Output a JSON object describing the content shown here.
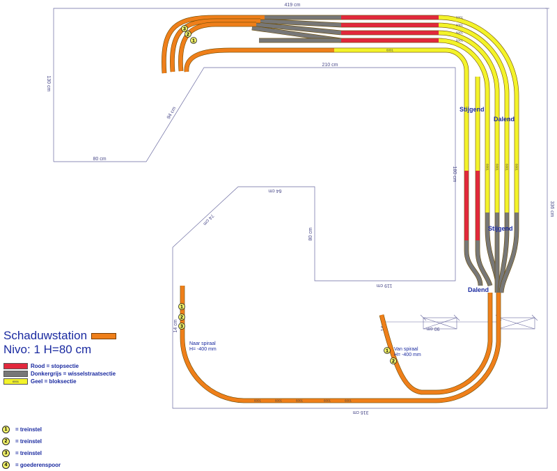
{
  "title": {
    "line1": "Schaduwstation",
    "line2": "Nivo: 1    H=80 cm"
  },
  "legend": [
    {
      "label": "Rood = stopsectie",
      "color": "#e2283c"
    },
    {
      "label": "Donkergrijs = wisselstraatsectie",
      "color": "#777777"
    },
    {
      "label": "Geel = bloksectie",
      "color": "#f3f32a",
      "sample": "6001"
    }
  ],
  "markers": [
    {
      "num": "1",
      "label": "= treinstel"
    },
    {
      "num": "2",
      "label": "= treinstel"
    },
    {
      "num": "3",
      "label": "= treinstel"
    },
    {
      "num": "4",
      "label": "= goederenspoor"
    }
  ],
  "track_colors": {
    "orange": "#ef7f1a",
    "red": "#e2283c",
    "grey": "#777777",
    "yellow": "#f3f32a",
    "edge": "#6a4a00"
  },
  "dimensions": {
    "top": "419 cm",
    "left": "130 cm",
    "diag_top": "94 cm",
    "bottom_left": "80 cm",
    "inner_top": "210 cm",
    "inner_right": "180 cm",
    "right": "336 cm",
    "inner_u_top": "64 cm",
    "diag_u": "74 cm",
    "inner_u_side": "80 cm",
    "inner_u_bottom": "119 cm",
    "bottom": "316 cm",
    "left_short": "14 cm",
    "right_short": "14 cm",
    "bridge": "90 cm"
  },
  "labels": {
    "stijgend_1": "Stijgend",
    "dalend_1": "Dalend",
    "stijgend_2": "Stijgend",
    "dalend_2": "Dalend",
    "naar_spiraal": "Naar spiraal",
    "naar_spiraal_h": "H= -400 mm",
    "van_spiraal": "Van spiraal",
    "van_spiraal_h": "H= -400 mm"
  },
  "track_block_label": "6001"
}
